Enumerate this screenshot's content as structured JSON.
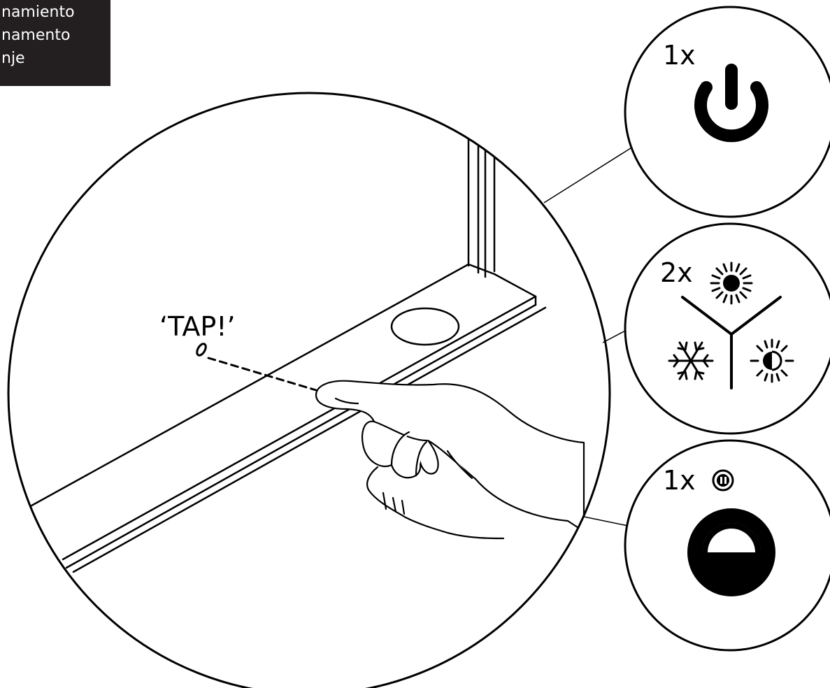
{
  "label_box": {
    "lines": [
      "namiento",
      "namento",
      "nje"
    ]
  },
  "main_callout": {
    "tap_text": "‘TAP!’"
  },
  "panels": [
    {
      "count_label": "1x",
      "icon": "power-icon"
    },
    {
      "count_label": "2x",
      "icon": "mode-cycle-icon",
      "modes": [
        "sun-icon",
        "snowflake-icon",
        "half-sun-icon"
      ]
    },
    {
      "count_label": "1x",
      "badge_icon": "pause-icon",
      "icon": "dimmer-icon"
    }
  ],
  "colors": {
    "ink": "#000000",
    "label_bg": "#231f20",
    "label_text": "#ffffff"
  }
}
